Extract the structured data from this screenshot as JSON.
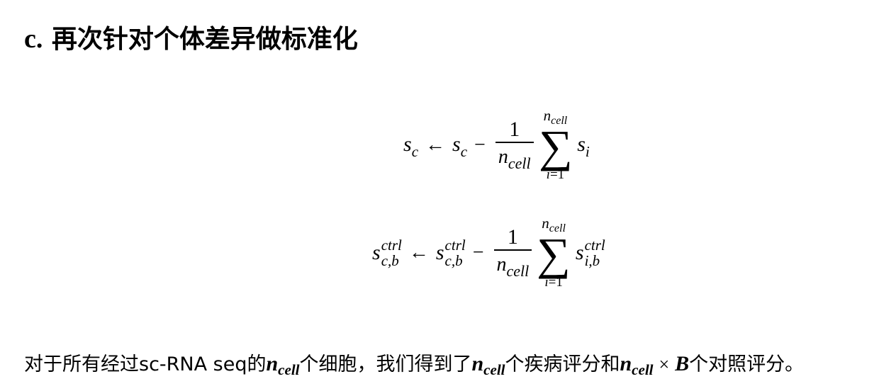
{
  "heading": {
    "prefix": "c.",
    "title": "再次针对个体差异做标准化"
  },
  "equation1": {
    "lhs_symbol": "s",
    "lhs_sub": "c",
    "arrow": "←",
    "rhs_symbol": "s",
    "rhs_sub": "c",
    "minus": "−",
    "frac_num": "1",
    "frac_den_symbol": "n",
    "frac_den_sub": "cell",
    "sum_sigma": "∑",
    "sum_top_symbol": "n",
    "sum_top_sub": "cell",
    "sum_bot_var": "i",
    "sum_bot_eq": "=1",
    "term_symbol": "s",
    "term_sub": "i"
  },
  "equation2": {
    "lhs_symbol": "s",
    "lhs_sup": "ctrl",
    "lhs_sub": "c,b",
    "arrow": "←",
    "rhs_symbol": "s",
    "rhs_sup": "ctrl",
    "rhs_sub": "c,b",
    "minus": "−",
    "frac_num": "1",
    "frac_den_symbol": "n",
    "frac_den_sub": "cell",
    "sum_sigma": "∑",
    "sum_top_symbol": "n",
    "sum_top_sub": "cell",
    "sum_bot_var": "i",
    "sum_bot_eq": "=1",
    "term_symbol": "s",
    "term_sup": "ctrl",
    "term_sub": "i,b"
  },
  "paragraph": {
    "part1": "对于所有经过sc-RNA seq的",
    "n1_symbol": "n",
    "n1_sub": "cell",
    "part2": "个细胞，我们得到了",
    "n2_symbol": "n",
    "n2_sub": "cell",
    "part3": "个疾病评分和",
    "n3_symbol": "n",
    "n3_sub": "cell",
    "times": "×",
    "b_symbol": "B",
    "part4": "个对照评分。"
  }
}
